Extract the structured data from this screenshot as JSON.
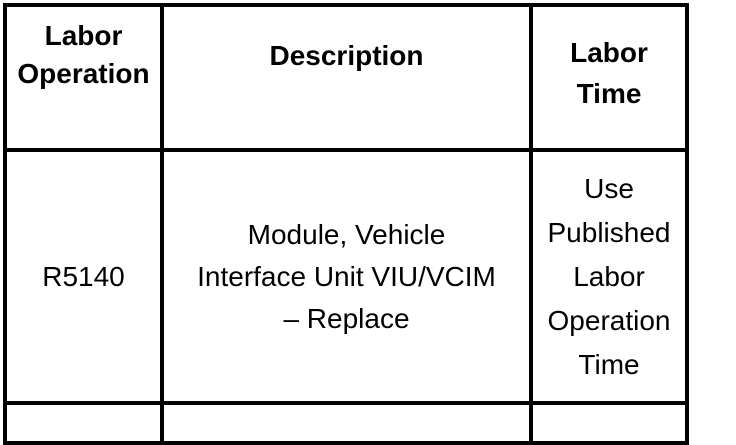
{
  "table": {
    "headers": {
      "labor_operation": "Labor\nOperation",
      "description": "Description",
      "labor_time": "Labor\nTime"
    },
    "rows": [
      {
        "labor_operation": "R5140",
        "description": "Module, Vehicle\nInterface Unit VIU/VCIM\n– Replace",
        "labor_time": "Use\nPublished\nLabor\nOperation\nTime"
      }
    ],
    "colors": {
      "border": "#000000",
      "background": "#ffffff",
      "text": "#000000"
    }
  }
}
